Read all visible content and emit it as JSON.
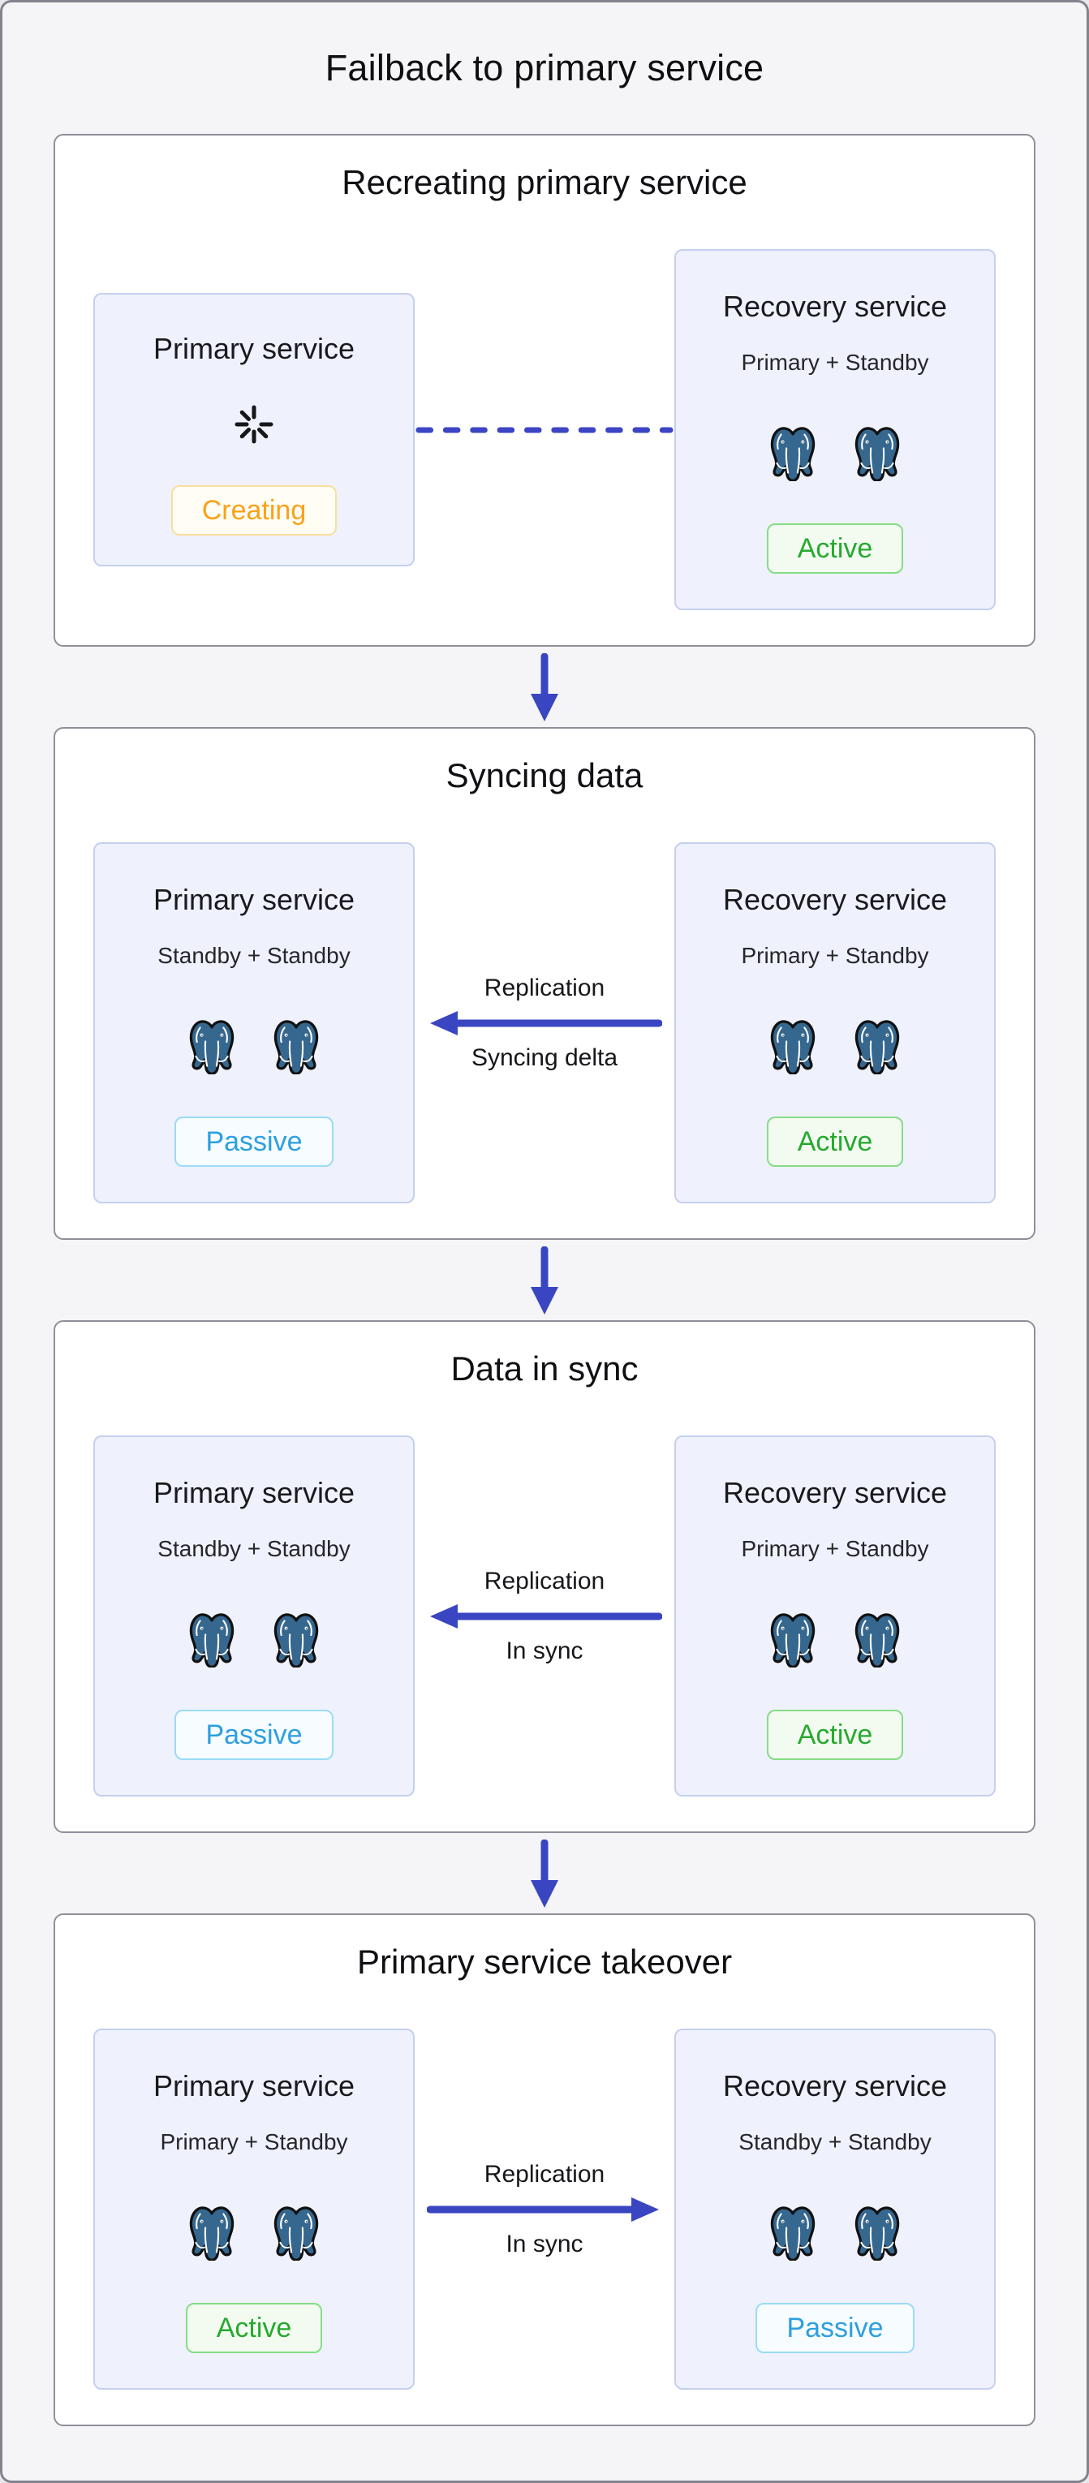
{
  "diagram": {
    "title": "Failback to primary service"
  },
  "colors": {
    "arrow_blue": "#3a46c1",
    "panel_border": "#8f8f9a",
    "panel_bg": "#ffffff",
    "page_bg": "#f5f5f7",
    "service_box_bg": "#eff2fc",
    "service_box_border": "#c5d0f0",
    "status_creating_text": "#f9a21a",
    "status_creating_border": "#f9df9e",
    "status_active_text": "#27a92f",
    "status_active_border": "#84dd84",
    "status_passive_text": "#2d9fe0",
    "status_passive_border": "#9bdbf7",
    "postgres_blue": "#35678f"
  },
  "panels": [
    {
      "title": "Recreating primary service",
      "left": {
        "title": "Primary service",
        "status": "Creating",
        "icon": "spinner-icon"
      },
      "connector": {
        "type": "dashed-line",
        "label_top": "",
        "label_bottom": ""
      },
      "right": {
        "title": "Recovery service",
        "subtitle": "Primary + Standby",
        "status": "Active",
        "icon": "postgres-elephant-pair"
      }
    },
    {
      "title": "Syncing data",
      "left": {
        "title": "Primary service",
        "subtitle": "Standby + Standby",
        "status": "Passive",
        "icon": "postgres-elephant-pair"
      },
      "connector": {
        "type": "arrow-left",
        "label_top": "Replication",
        "label_bottom": "Syncing delta"
      },
      "right": {
        "title": "Recovery service",
        "subtitle": "Primary + Standby",
        "status": "Active",
        "icon": "postgres-elephant-pair"
      }
    },
    {
      "title": "Data in sync",
      "left": {
        "title": "Primary service",
        "subtitle": "Standby + Standby",
        "status": "Passive",
        "icon": "postgres-elephant-pair"
      },
      "connector": {
        "type": "arrow-left",
        "label_top": "Replication",
        "label_bottom": "In sync"
      },
      "right": {
        "title": "Recovery service",
        "subtitle": "Primary + Standby",
        "status": "Active",
        "icon": "postgres-elephant-pair"
      }
    },
    {
      "title": "Primary service takeover",
      "left": {
        "title": "Primary service",
        "subtitle": "Primary + Standby",
        "status": "Active",
        "icon": "postgres-elephant-pair"
      },
      "connector": {
        "type": "arrow-right",
        "label_top": "Replication",
        "label_bottom": "In sync"
      },
      "right": {
        "title": "Recovery service",
        "subtitle": "Standby + Standby",
        "status": "Passive",
        "icon": "postgres-elephant-pair"
      }
    }
  ]
}
